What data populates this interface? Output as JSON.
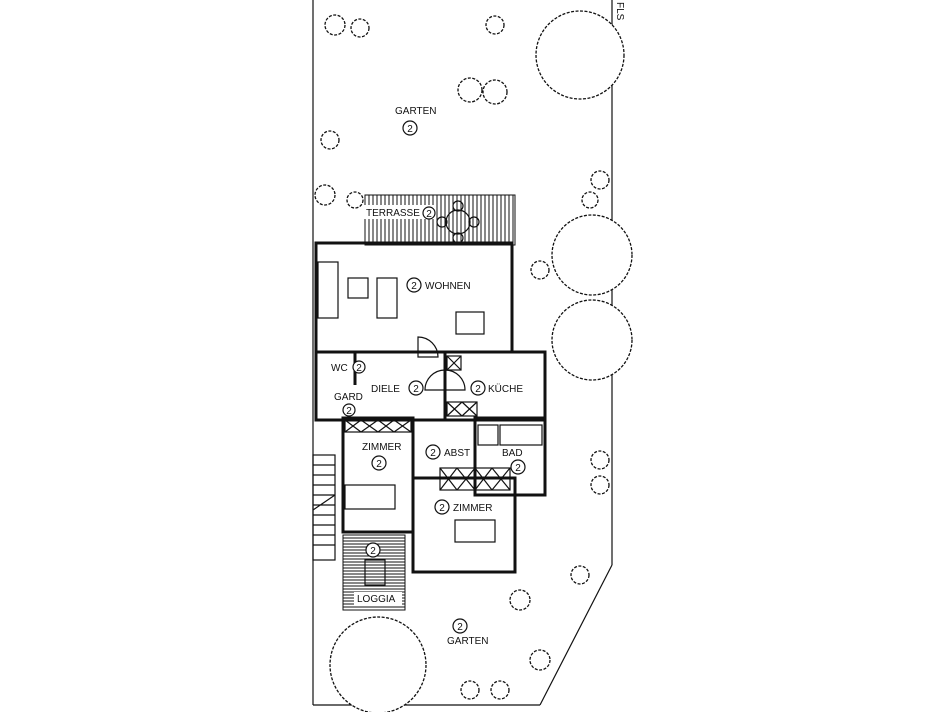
{
  "plan": {
    "parcel_label": "FLS",
    "unit_number": "2",
    "rooms": [
      {
        "key": "garten_top",
        "label": "GARTEN",
        "number": "2"
      },
      {
        "key": "terrasse",
        "label": "TERRASSE",
        "number": "2"
      },
      {
        "key": "wohnen",
        "label": "WOHNEN",
        "number": "2"
      },
      {
        "key": "wc",
        "label": "WC",
        "number": "2"
      },
      {
        "key": "diele",
        "label": "DIELE",
        "number": "2"
      },
      {
        "key": "kueche",
        "label": "KÜCHE",
        "number": "2"
      },
      {
        "key": "gard",
        "label": "GARD",
        "number": "2"
      },
      {
        "key": "zimmer1",
        "label": "ZIMMER",
        "number": "2"
      },
      {
        "key": "abst",
        "label": "ABST",
        "number": "2"
      },
      {
        "key": "bad",
        "label": "BAD",
        "number": "2"
      },
      {
        "key": "zimmer2",
        "label": "ZIMMER",
        "number": "2"
      },
      {
        "key": "loggia",
        "label": "LOGGIA",
        "number": "2"
      },
      {
        "key": "garten_bottom",
        "label": "GARTEN",
        "number": "2"
      }
    ]
  }
}
